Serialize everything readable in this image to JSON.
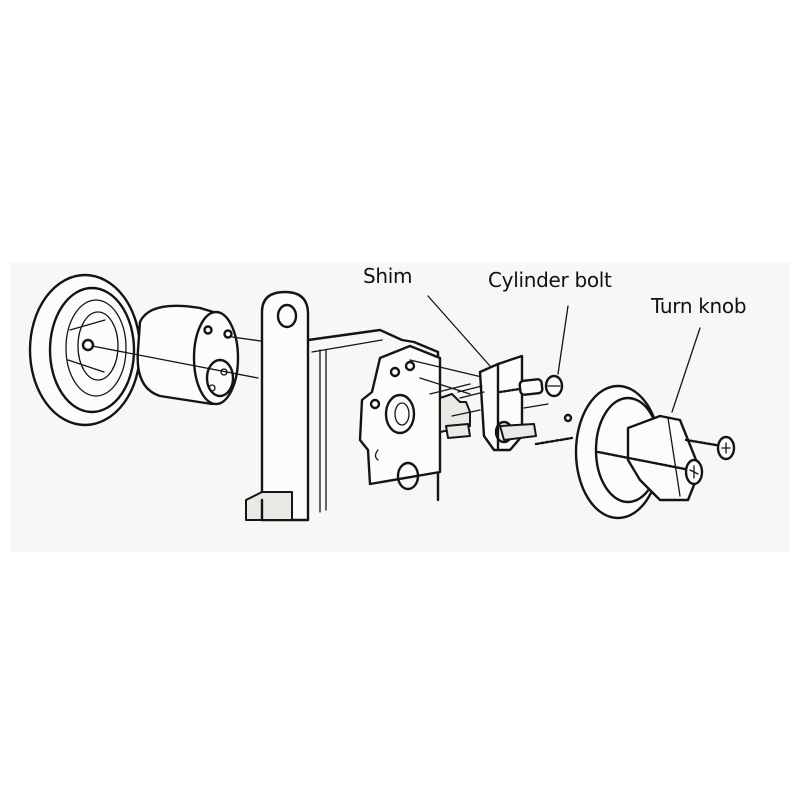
{
  "diagram": {
    "type": "exploded-view",
    "subject": "deadbolt lock assembly",
    "background": "#ffffff",
    "line_color": "#141414",
    "labels": [
      {
        "id": "shim",
        "text": "Shim"
      },
      {
        "id": "cylinder_bolt",
        "text": "Cylinder bolt"
      },
      {
        "id": "turn_knob",
        "text": "Turn knob"
      }
    ]
  }
}
